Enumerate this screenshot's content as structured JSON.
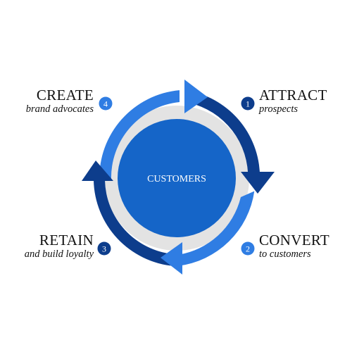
{
  "center": {
    "label": "CUSTOMERS"
  },
  "steps": [
    {
      "number": "1",
      "title": "ATTRACT",
      "subtitle": "prospects",
      "color": "#0d3d8c"
    },
    {
      "number": "2",
      "title": "CONVERT",
      "subtitle": "to customers",
      "color": "#2f7de3"
    },
    {
      "number": "3",
      "title": "RETAIN",
      "subtitle": "and build loyalty",
      "color": "#0d3d8c"
    },
    {
      "number": "4",
      "title": "CREATE",
      "subtitle": "brand advocates",
      "color": "#2f7de3"
    }
  ],
  "colors": {
    "dark_blue": "#0d3d8c",
    "light_blue": "#2f7de3",
    "center_blue": "#1565c8",
    "gray_ring": "#e2e2e2"
  }
}
